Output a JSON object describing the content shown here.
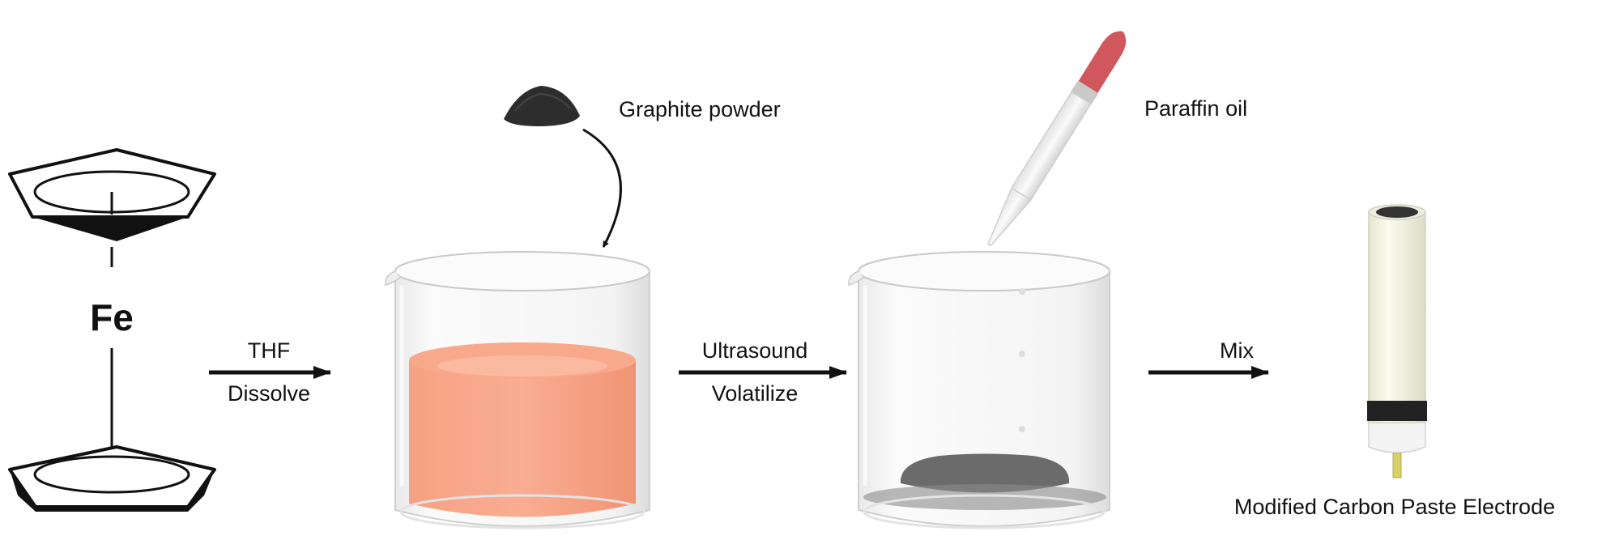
{
  "ferrocene": {
    "center_atom": "Fe"
  },
  "steps": [
    {
      "top_label": "THF",
      "bottom_label": "Dissolve"
    },
    {
      "top_label": "Ultrasound",
      "bottom_label": "Volatilize"
    },
    {
      "top_label": "Mix",
      "bottom_label": ""
    }
  ],
  "reagents": {
    "graphite": "Graphite powder",
    "paraffin": "Paraffin oil"
  },
  "product": {
    "label": "Modified Carbon Paste Electrode"
  },
  "colors": {
    "solution": "#f59f82",
    "graphite_residue": "#6b6b6b",
    "dropper_bulb": "#d0575c",
    "electrode_body": "#f0f0df",
    "electrode_band": "#222222",
    "electrode_wire": "#d8d06a"
  }
}
